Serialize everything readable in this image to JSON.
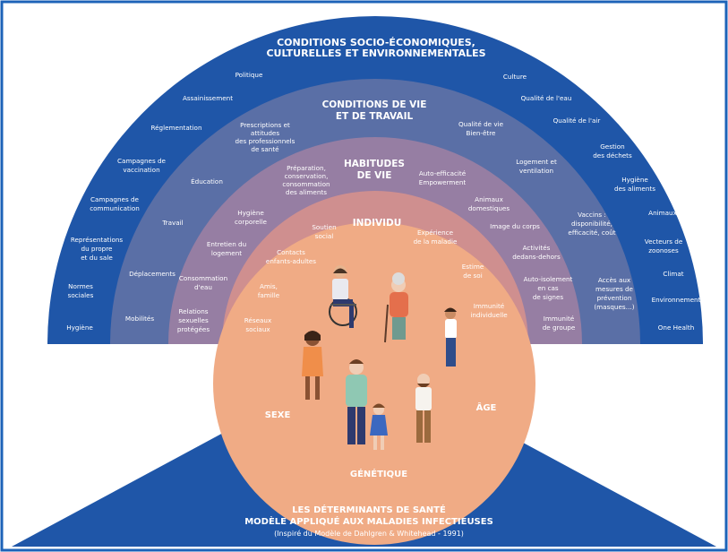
{
  "colors": {
    "outer": "#1f56a8",
    "band2": "#5a6fa6",
    "band3": "#967ea3",
    "band4": "#cf8f8f",
    "core": "#f0ab85",
    "base": "#1f56a8",
    "border": "#1d63b8"
  },
  "rings": {
    "outer": {
      "title1": "CONDITIONS SOCIO-ÉCONOMIQUES,",
      "title2": "CULTURELLES ET ENVIRONNEMENTALES",
      "items": {
        "politique": "Politique",
        "assainissement": "Assainissement",
        "reglementation": "Réglementation",
        "campagnes_vacc": [
          "Campagnes de",
          "vaccination"
        ],
        "campagnes_comm": [
          "Campagnes de",
          "communication"
        ],
        "representations": [
          "Représentations",
          "du propre",
          "et du sale"
        ],
        "normes": [
          "Normes",
          "sociales"
        ],
        "hygiene": "Hygiène",
        "culture": "Culture",
        "qualite_eau": "Qualité de l'eau",
        "qualite_air": "Qualité de l'air",
        "gestion": [
          "Gestion",
          "des déchets"
        ],
        "hygiene_aliments": [
          "Hygiène",
          "des aliments"
        ],
        "animaux": "Animaux",
        "vecteurs": [
          "Vecteurs de",
          "zoonoses"
        ],
        "climat": "Climat",
        "environnement": "Environnement",
        "one_health": "One Health"
      }
    },
    "vie_travail": {
      "title1": "CONDITIONS DE VIE",
      "title2": "ET DE TRAVAIL",
      "items": {
        "prescriptions": [
          "Prescriptions et",
          "attitudes",
          "des professionnels",
          "de santé"
        ],
        "education": "Éducation",
        "travail": "Travail",
        "deplacements": "Déplacements",
        "mobilites": "Mobilités",
        "qualite_vie": [
          "Qualité de vie",
          "Bien-être"
        ],
        "logement": [
          "Logement et",
          "ventilation"
        ],
        "vaccins": [
          "Vaccins :",
          "disponibilité,",
          "efficacité, coût"
        ],
        "acces": [
          "Accès aux",
          "mesures de",
          "prévention",
          "(masques…)"
        ]
      }
    },
    "habitudes": {
      "title1": "HABITUDES",
      "title2": "DE VIE",
      "items": {
        "preparation": [
          "Préparation,",
          "conservation,",
          "consommation",
          "des aliments"
        ],
        "hygiene_corp": [
          "Hygiène",
          "corporelle"
        ],
        "entretien": [
          "Entretien du",
          "logement"
        ],
        "consommation_eau": [
          "Consommation",
          "d'eau"
        ],
        "relations": [
          "Relations",
          "sexuelles",
          "protégées"
        ],
        "auto_efficacite": [
          "Auto-efficacité",
          "Empowerment"
        ],
        "animaux_dom": [
          "Animaux",
          "domestiques"
        ],
        "image_corps": "Image du corps",
        "activites": [
          "Activités",
          "dedans-dehors"
        ],
        "auto_isolement": [
          "Auto-isolement",
          "en cas",
          "de signes"
        ],
        "immunite_groupe": [
          "Immunité",
          "de groupe"
        ]
      }
    },
    "individu": {
      "title": "INDIVIDU",
      "items": {
        "soutien": [
          "Soutien",
          "social"
        ],
        "contacts": [
          "Contacts",
          "enfants-adultes"
        ],
        "amis": [
          "Amis,",
          "famille"
        ],
        "reseaux": [
          "Réseaux",
          "sociaux"
        ],
        "experience": [
          "Expérience",
          "de la maladie"
        ],
        "estime": [
          "Estime",
          "de soi"
        ],
        "immunite_ind": [
          "Immunité",
          "individuelle"
        ]
      }
    },
    "core": {
      "sexe": "SEXE",
      "age": "ÂGE",
      "genetique": "GÉNÉTIQUE"
    }
  },
  "footer": {
    "line1": "LES DÉTERMINANTS DE SANTÉ",
    "line2": "MODÈLE APPLIQUÉ AUX MALADIES INFECTIEUSES",
    "line3": "(Inspiré du Modèle de Dahlgren & Whitehead - 1991)"
  }
}
